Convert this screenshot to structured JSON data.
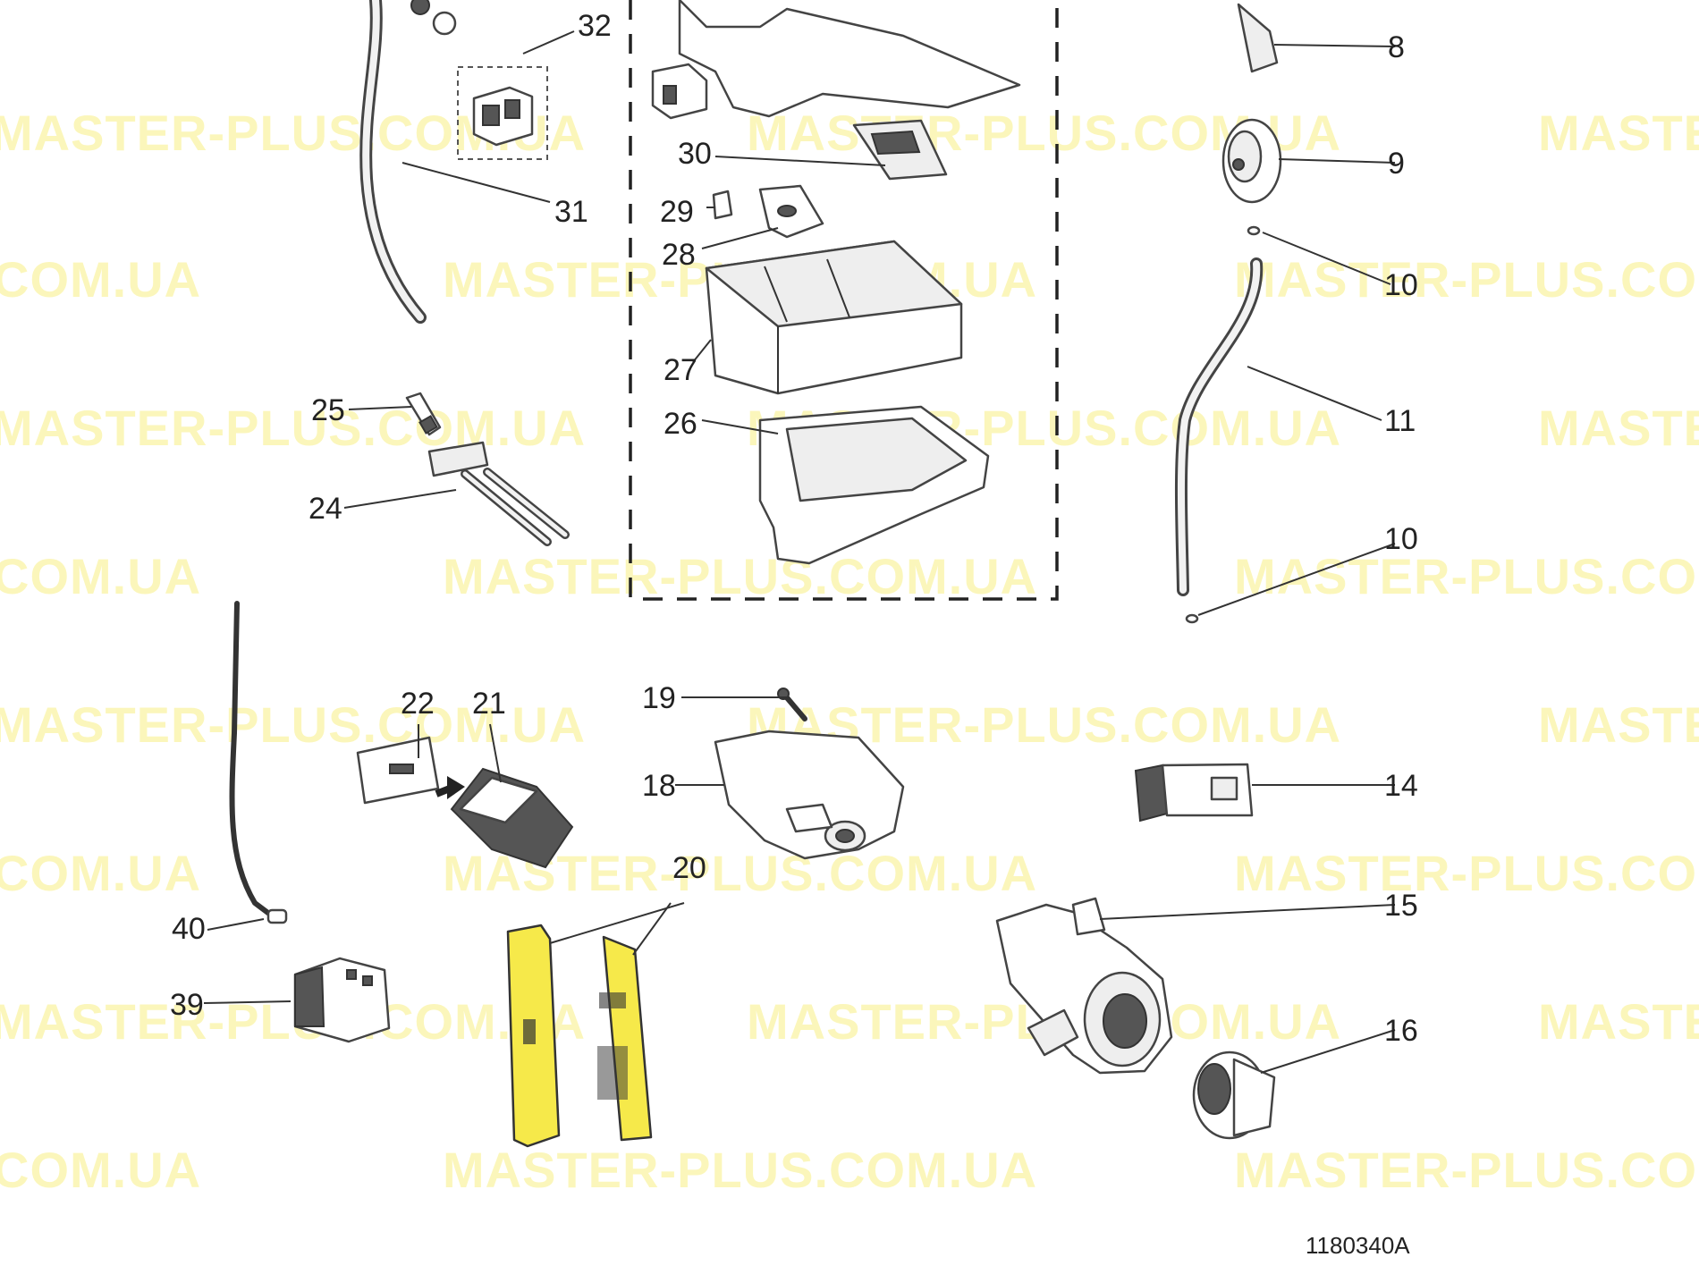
{
  "diagram": {
    "document_code": "1180340A",
    "watermark_text": "MASTER-PLUS.COM.UA",
    "watermark_color": "#fbf6b4",
    "highlight_color": "#f6e94a",
    "callouts": {
      "p8": "8",
      "p9": "9",
      "p10a": "10",
      "p10b": "10",
      "p11": "11",
      "p14": "14",
      "p15": "15",
      "p16": "16",
      "p18": "18",
      "p19": "19",
      "p20": "20",
      "p21": "21",
      "p22": "22",
      "p24": "24",
      "p25": "25",
      "p26": "26",
      "p27": "27",
      "p28": "28",
      "p29": "29",
      "p30": "30",
      "p31": "31",
      "p32": "32",
      "p39": "39",
      "p40": "40"
    }
  }
}
